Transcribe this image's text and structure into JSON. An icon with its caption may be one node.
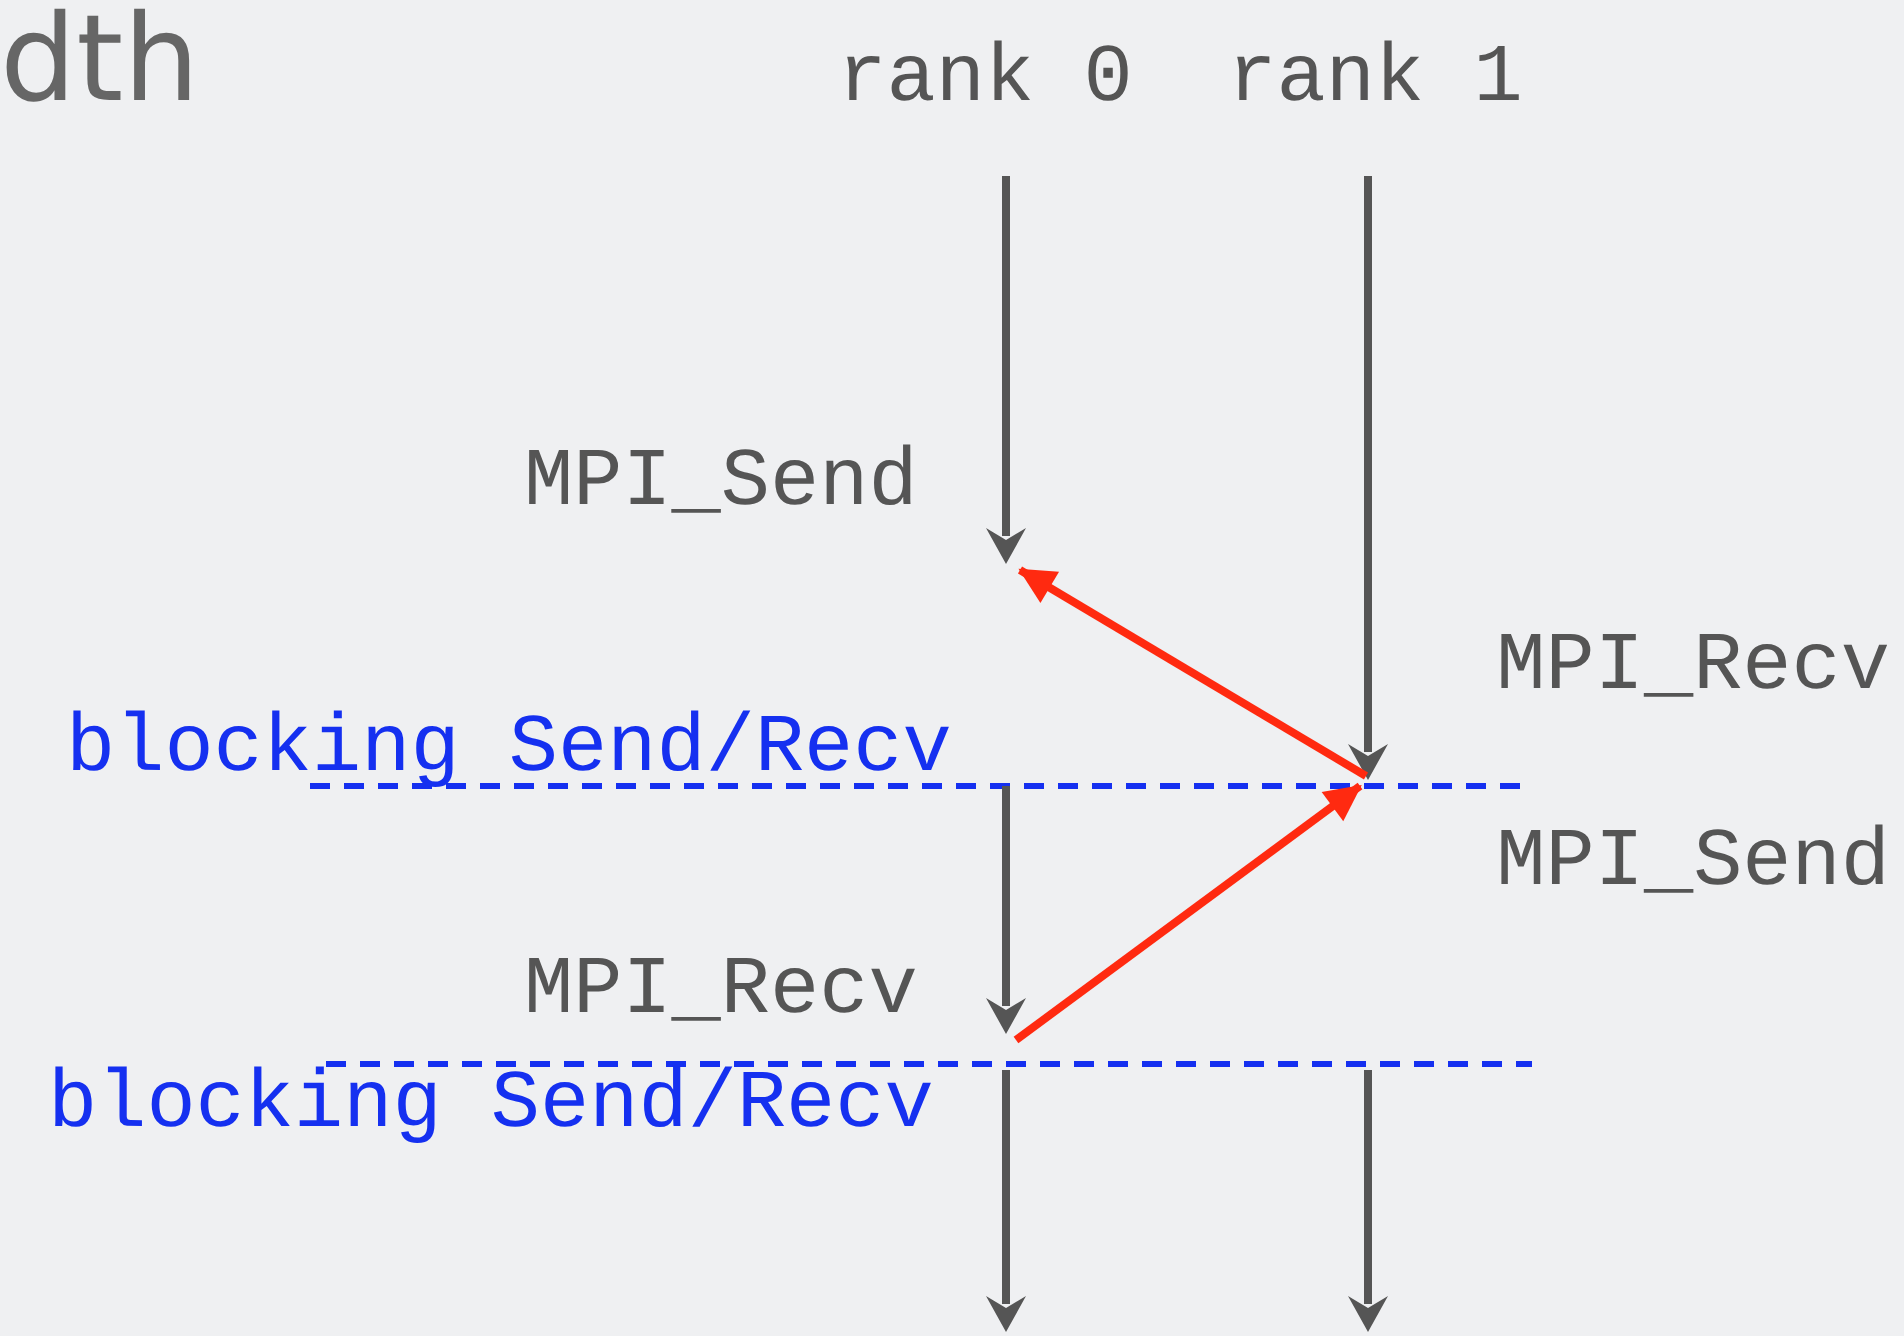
{
  "diagram": {
    "nodes": [
      {
        "text": [
          "rank 0"
        ]
      },
      {
        "text": [
          "rank 1"
        ]
      },
      {
        "text": [
          "MPI_Send"
        ]
      },
      {
        "text": [
          "MPI_Recv"
        ]
      },
      {
        "text": [
          "MPI_Send"
        ]
      },
      {
        "text": [
          "MPI_Recv"
        ]
      }
    ],
    "edges": [
      {
        "from": 3,
        "to": 2,
        "arrow": "to",
        "color": "#ff2a10"
      },
      {
        "from": 5,
        "to": 4,
        "arrow": "to",
        "color": "#ff2a10"
      }
    ],
    "labels": [
      "dth",
      "blocking Send/Recv",
      "blocking Send/Recv"
    ]
  }
}
